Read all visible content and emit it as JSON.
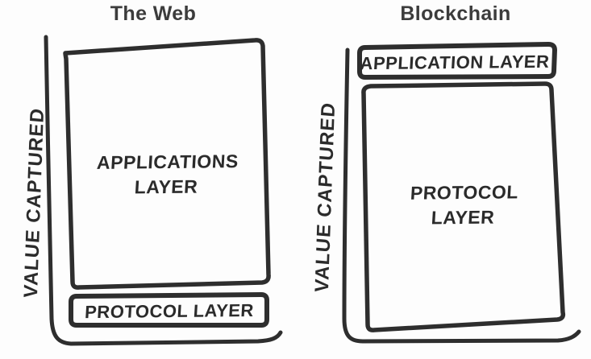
{
  "page": {
    "colors": {
      "ink": "#2e2e2e",
      "background": "#fdfdfd",
      "title_text": "#3c3c3c"
    }
  },
  "panels": [
    {
      "title": "The Web",
      "axis_label": "VALUE CAPTURED",
      "layers": [
        {
          "label": "APPLICATIONS LAYER"
        },
        {
          "label": "PROTOCOL LAYER"
        }
      ]
    },
    {
      "title": "Blockchain",
      "axis_label": "VALUE CAPTURED",
      "layers": [
        {
          "label": "APPLICATION LAYER"
        },
        {
          "label": "PROTOCOL LAYER"
        }
      ]
    }
  ]
}
